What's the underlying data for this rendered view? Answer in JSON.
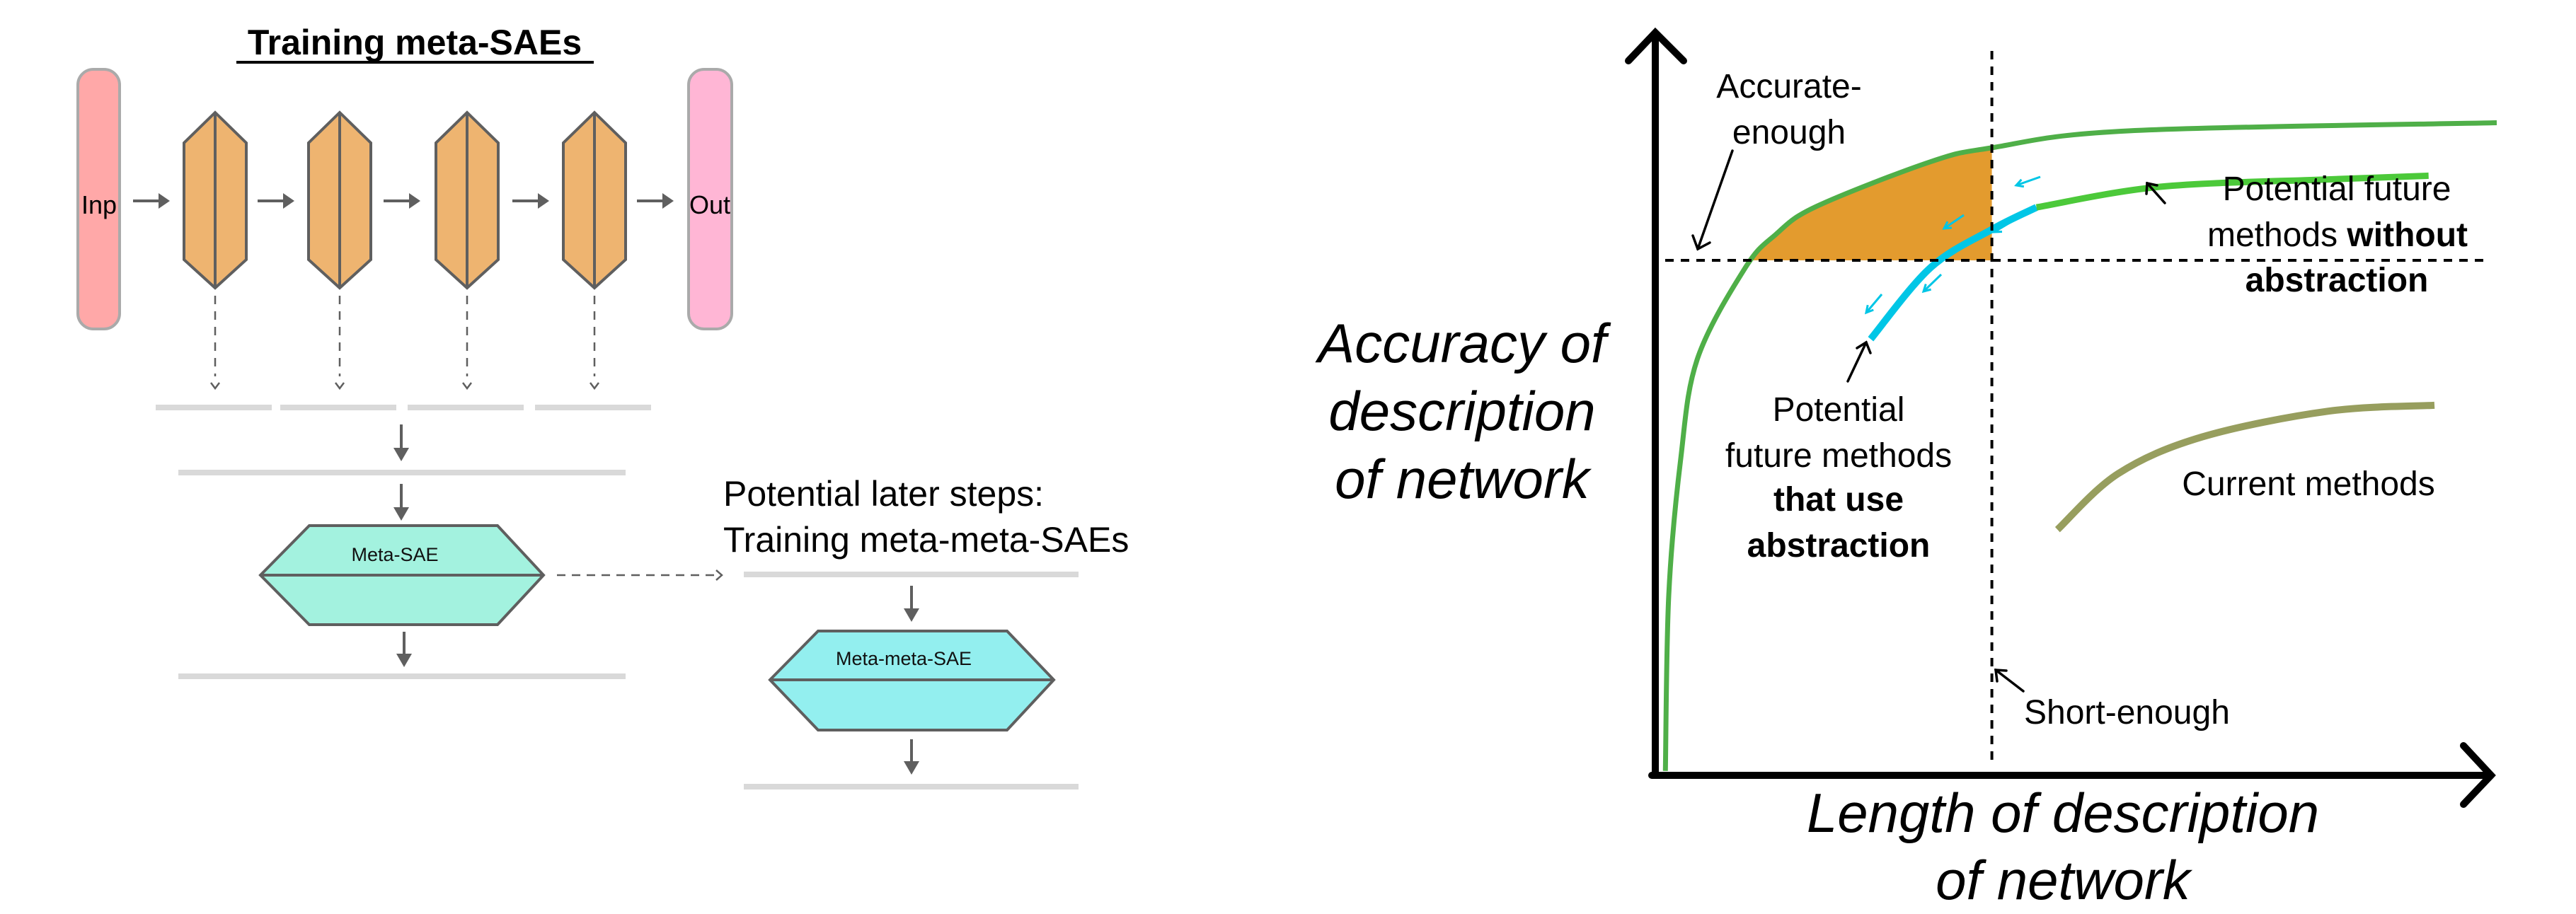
{
  "left_diagram": {
    "title": "Training meta-SAEs",
    "input_label": "Inp",
    "output_label": "Out",
    "layer_count": 4,
    "meta_sae_label": "Meta-SAE",
    "later_steps_line1": "Potential later steps:",
    "later_steps_line2": "Training meta-meta-SAEs",
    "meta_meta_sae_label": "Meta-meta-SAE",
    "colors": {
      "input": "#FFA8A8",
      "output": "#FFB6D5",
      "layer": "#EEB470",
      "meta_sae": "#A3F2DF",
      "meta_meta_sae": "#93EFEF",
      "stroke": "#5F5F5F",
      "activation_bar": "#D9D9D9"
    }
  },
  "chart_data": {
    "type": "line",
    "title": "",
    "xlabel": "Length of description of network",
    "ylabel": "Accuracy of description of network",
    "xlabel_lines": [
      "Length of description",
      "of network"
    ],
    "ylabel_lines": [
      "Accuracy of",
      "description",
      "of network"
    ],
    "axis_ticks": false,
    "grid": false,
    "xlim": [
      0,
      100
    ],
    "ylim": [
      0,
      100
    ],
    "thresholds": {
      "short_enough_x": 40,
      "accurate_enough_y": 70,
      "short_enough_label": "Short-enough",
      "accurate_enough_label_lines": [
        "Accurate-",
        "enough"
      ]
    },
    "shaded_region": {
      "name": "acceptable region",
      "description": "below ideal frontier, x <= short-enough, y >= accurate-enough",
      "color": "#E39B2E"
    },
    "series": [
      {
        "name": "Ideal frontier",
        "color": "#4FAF48",
        "points": [
          [
            1.2,
            0.6
          ],
          [
            1.6,
            24.5
          ],
          [
            3.0,
            42.8
          ],
          [
            5.0,
            56.6
          ],
          [
            10.7,
            69.0
          ],
          [
            14.3,
            73.5
          ],
          [
            19.1,
            77.3
          ],
          [
            32.7,
            83.4
          ],
          [
            40.0,
            85.3
          ],
          [
            56.2,
            87.6
          ],
          [
            100,
            88.7
          ]
        ]
      },
      {
        "name": "Potential future methods that use abstraction",
        "color": "#00C6E6",
        "label_lines": [
          "Potential",
          "future methods",
          "that use",
          "abstraction"
        ],
        "bold_from_line": 2,
        "points": [
          [
            25.6,
            59.3
          ],
          [
            32.7,
            69.0
          ],
          [
            40.0,
            74.2
          ],
          [
            45.3,
            77.2
          ]
        ]
      },
      {
        "name": "Potential future methods without abstraction",
        "color": "#4CC93A",
        "label_lines": [
          "Potential future",
          "methods ",
          "without",
          "abstraction"
        ],
        "points": [
          [
            45.3,
            77.2
          ],
          [
            60.0,
            80.0
          ],
          [
            80.0,
            81.0
          ],
          [
            91.9,
            81.5
          ]
        ]
      },
      {
        "name": "Current methods",
        "color": "#979E5E",
        "label": "Current methods",
        "points": [
          [
            47.8,
            33.4
          ],
          [
            55.0,
            41.0
          ],
          [
            65.0,
            46.0
          ],
          [
            80.0,
            49.5
          ],
          [
            92.6,
            50.3
          ]
        ]
      }
    ],
    "shift_arrows": {
      "color": "#00C6E6",
      "count": 5,
      "direction": "down-left"
    }
  }
}
